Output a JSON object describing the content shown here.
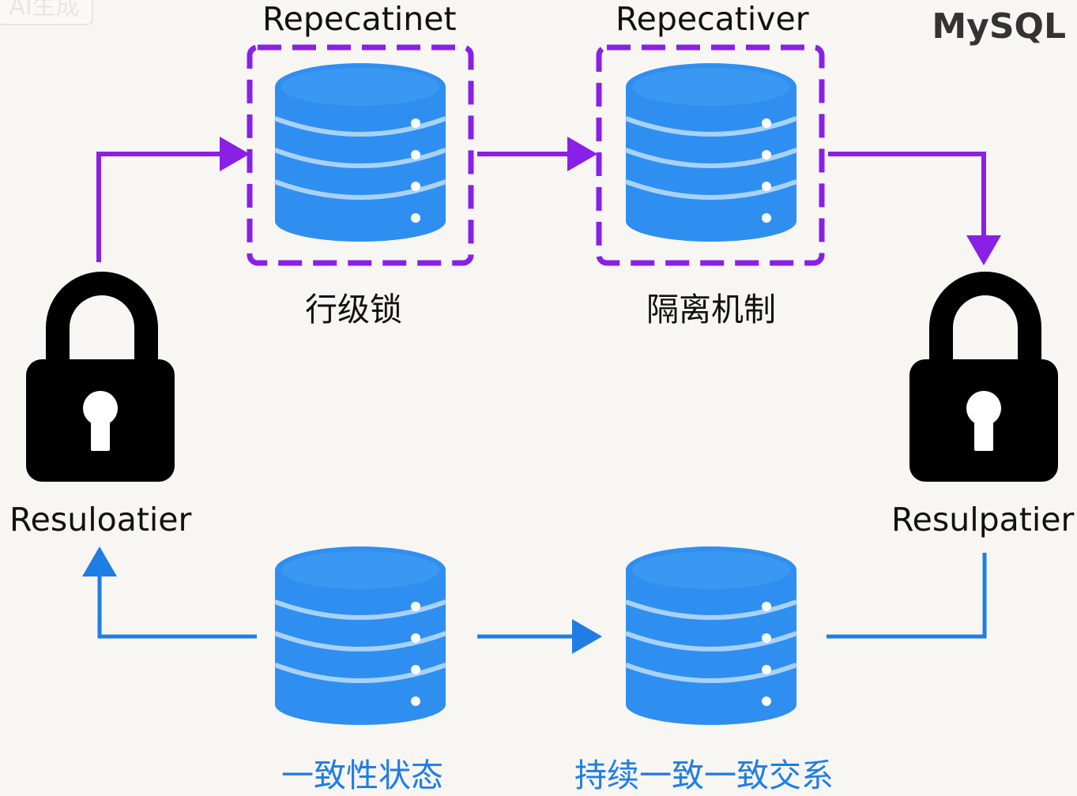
{
  "watermark": "AI生成",
  "brand": "MySQL",
  "top_nodes": [
    {
      "title": "Repecatinet",
      "caption": "行级锁"
    },
    {
      "title": "Repecativer",
      "caption": "隔离机制"
    }
  ],
  "bottom_nodes": [
    {
      "caption": "一致性状态"
    },
    {
      "caption": "持续一致一致交系"
    }
  ],
  "locks": [
    {
      "label": "Resuloatier"
    },
    {
      "label": "Resulpatier"
    }
  ],
  "colors": {
    "purple": "#8a1fe6",
    "blue_line": "#1f7de6",
    "db_fill": "#2f8ff0",
    "db_band": "#a9d2fb",
    "lock": "#000000",
    "background": "#f7f6f2"
  }
}
